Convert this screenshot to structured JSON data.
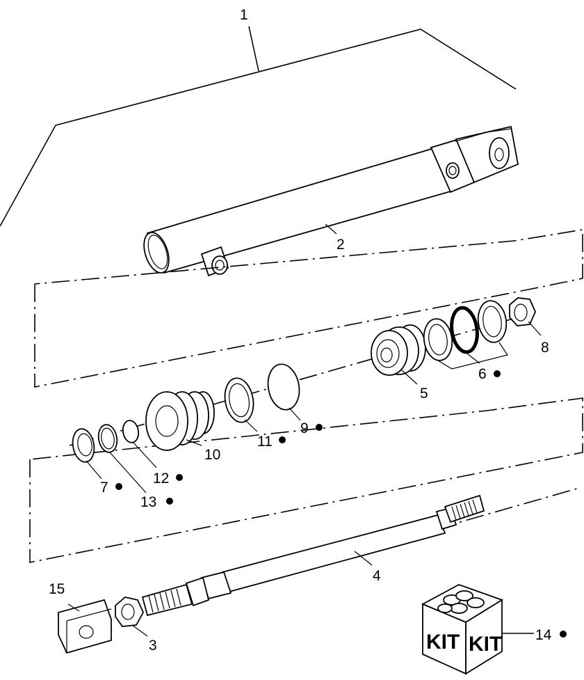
{
  "callouts": {
    "c1": "1",
    "c2": "2",
    "c3": "3",
    "c4": "4",
    "c5": "5",
    "c6": "6",
    "c7": "7",
    "c8": "8",
    "c9": "9",
    "c10": "10",
    "c11": "11",
    "c12": "12",
    "c13": "13",
    "c14": "14",
    "c15": "15"
  },
  "kit_box": {
    "label_left": "KIT",
    "label_right": "KIT"
  }
}
